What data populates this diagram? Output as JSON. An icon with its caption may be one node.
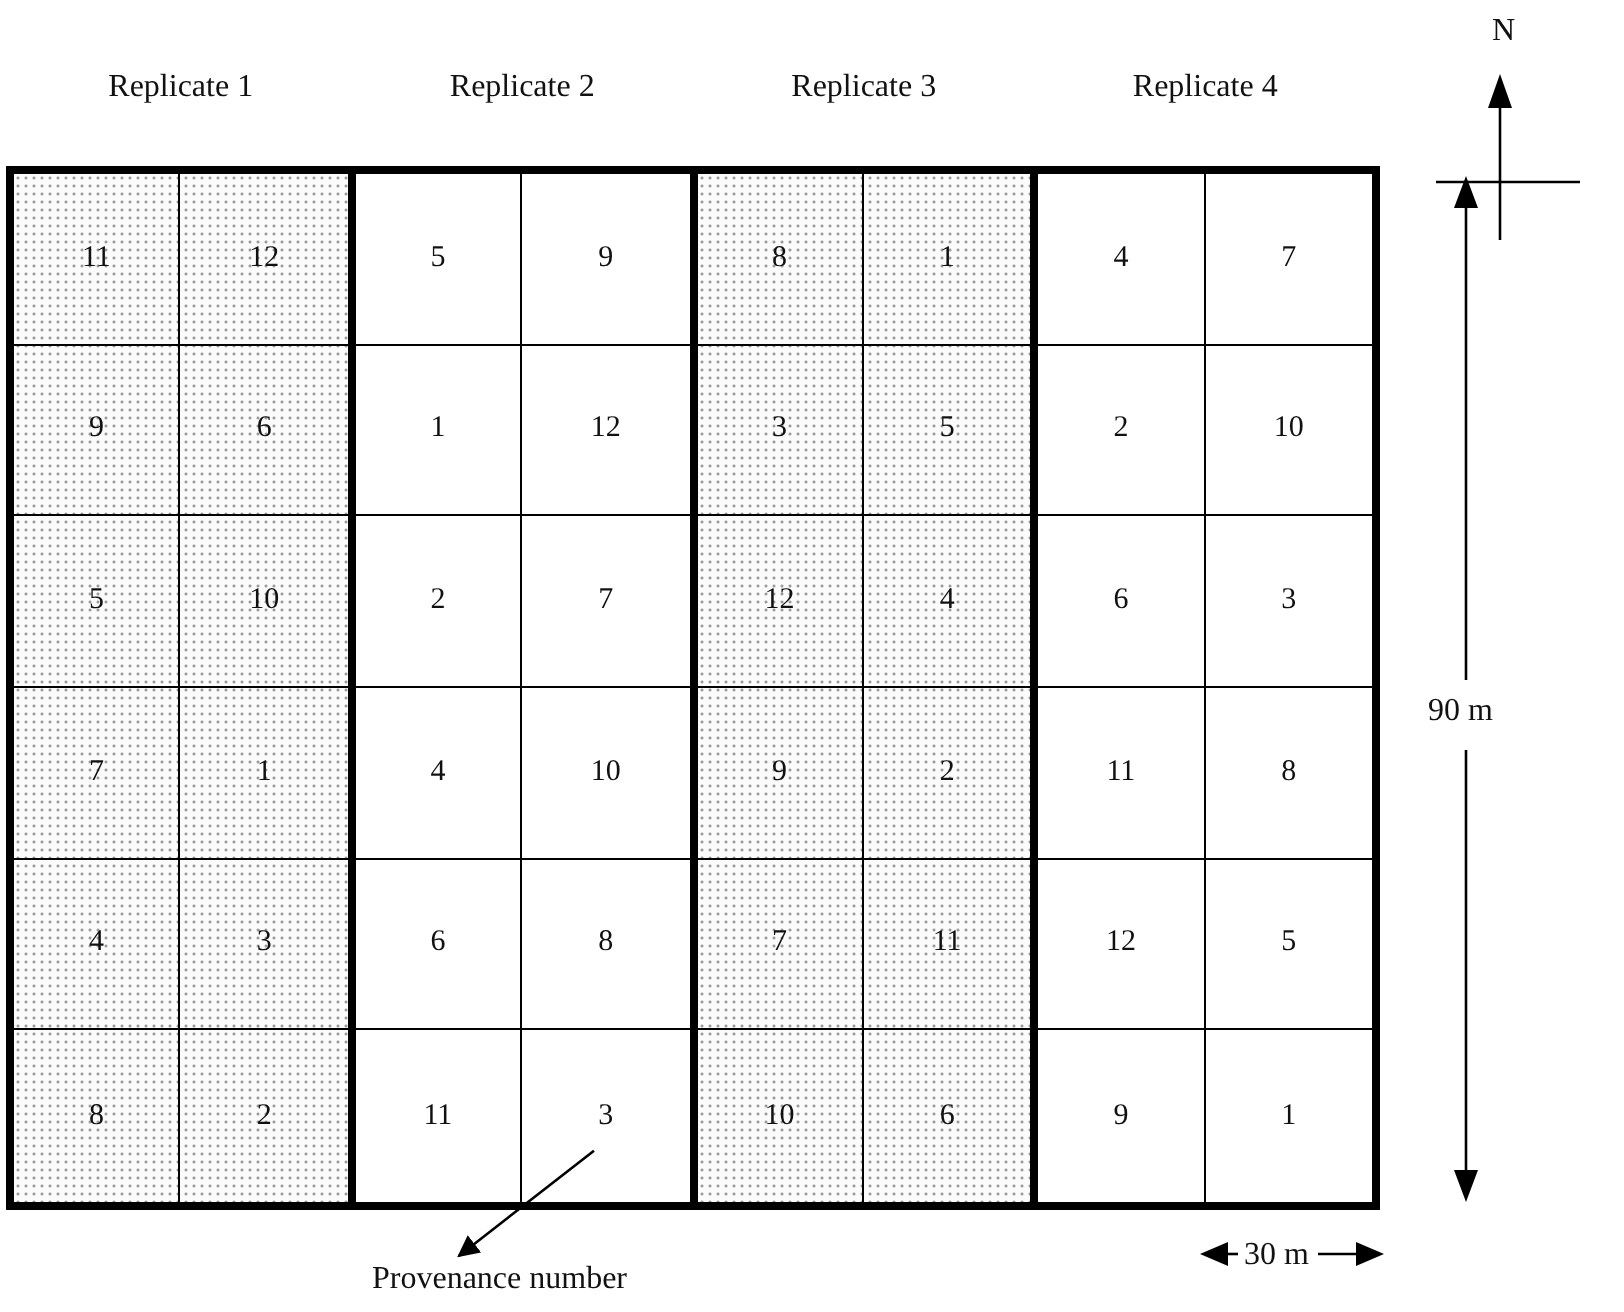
{
  "diagram": {
    "nodes": [
      {
        "text": [
          "Replicate 1"
        ]
      },
      {
        "text": [
          "11"
        ],
        "in": 0
      },
      {
        "text": [
          "12"
        ],
        "in": 0
      },
      {
        "text": [
          "9"
        ],
        "in": 0
      },
      {
        "text": [
          "6"
        ],
        "in": 0
      },
      {
        "text": [
          "5"
        ],
        "in": 0
      },
      {
        "text": [
          "10"
        ],
        "in": 0
      },
      {
        "text": [
          "7"
        ],
        "in": 0
      },
      {
        "text": [
          "1"
        ],
        "in": 0
      },
      {
        "text": [
          "4"
        ],
        "in": 0
      },
      {
        "text": [
          "3"
        ],
        "in": 0
      },
      {
        "text": [
          "8"
        ],
        "in": 0
      },
      {
        "text": [
          "2"
        ],
        "in": 0
      },
      {
        "text": [
          "Replicate 2"
        ]
      },
      {
        "text": [
          "5"
        ],
        "in": 13
      },
      {
        "text": [
          "9"
        ],
        "in": 13
      },
      {
        "text": [
          "1"
        ],
        "in": 13
      },
      {
        "text": [
          "12"
        ],
        "in": 13
      },
      {
        "text": [
          "2"
        ],
        "in": 13
      },
      {
        "text": [
          "7"
        ],
        "in": 13
      },
      {
        "text": [
          "4"
        ],
        "in": 13
      },
      {
        "text": [
          "10"
        ],
        "in": 13
      },
      {
        "text": [
          "6"
        ],
        "in": 13
      },
      {
        "text": [
          "8"
        ],
        "in": 13
      },
      {
        "text": [
          "11"
        ],
        "in": 13
      },
      {
        "text": [
          "3"
        ],
        "in": 13
      },
      {
        "text": [
          "Replicate 3"
        ]
      },
      {
        "text": [
          "8"
        ],
        "in": 26
      },
      {
        "text": [
          "1"
        ],
        "in": 26
      },
      {
        "text": [
          "3"
        ],
        "in": 26
      },
      {
        "text": [
          "5"
        ],
        "in": 26
      },
      {
        "text": [
          "12"
        ],
        "in": 26
      },
      {
        "text": [
          "4"
        ],
        "in": 26
      },
      {
        "text": [
          "9"
        ],
        "in": 26
      },
      {
        "text": [
          "2"
        ],
        "in": 26
      },
      {
        "text": [
          "7"
        ],
        "in": 26
      },
      {
        "text": [
          "11"
        ],
        "in": 26
      },
      {
        "text": [
          "10"
        ],
        "in": 26
      },
      {
        "text": [
          "6"
        ],
        "in": 26
      },
      {
        "text": [
          "Replicate 4"
        ]
      },
      {
        "text": [
          "4"
        ],
        "in": 39
      },
      {
        "text": [
          "7"
        ],
        "in": 39
      },
      {
        "text": [
          "2"
        ],
        "in": 39
      },
      {
        "text": [
          "10"
        ],
        "in": 39
      },
      {
        "text": [
          "6"
        ],
        "in": 39
      },
      {
        "text": [
          "3"
        ],
        "in": 39
      },
      {
        "text": [
          "11"
        ],
        "in": 39
      },
      {
        "text": [
          "8"
        ],
        "in": 39
      },
      {
        "text": [
          "12"
        ],
        "in": 39
      },
      {
        "text": [
          "5"
        ],
        "in": 39
      },
      {
        "text": [
          "9"
        ],
        "in": 39
      },
      {
        "text": [
          "1"
        ],
        "in": 39
      },
      {
        "text": [
          "Provenance number"
        ]
      }
    ],
    "edges": [
      {
        "from": 25,
        "to": 52,
        "arrow": "to"
      }
    ],
    "labels": [
      "N",
      "90 m",
      "30 m"
    ]
  }
}
